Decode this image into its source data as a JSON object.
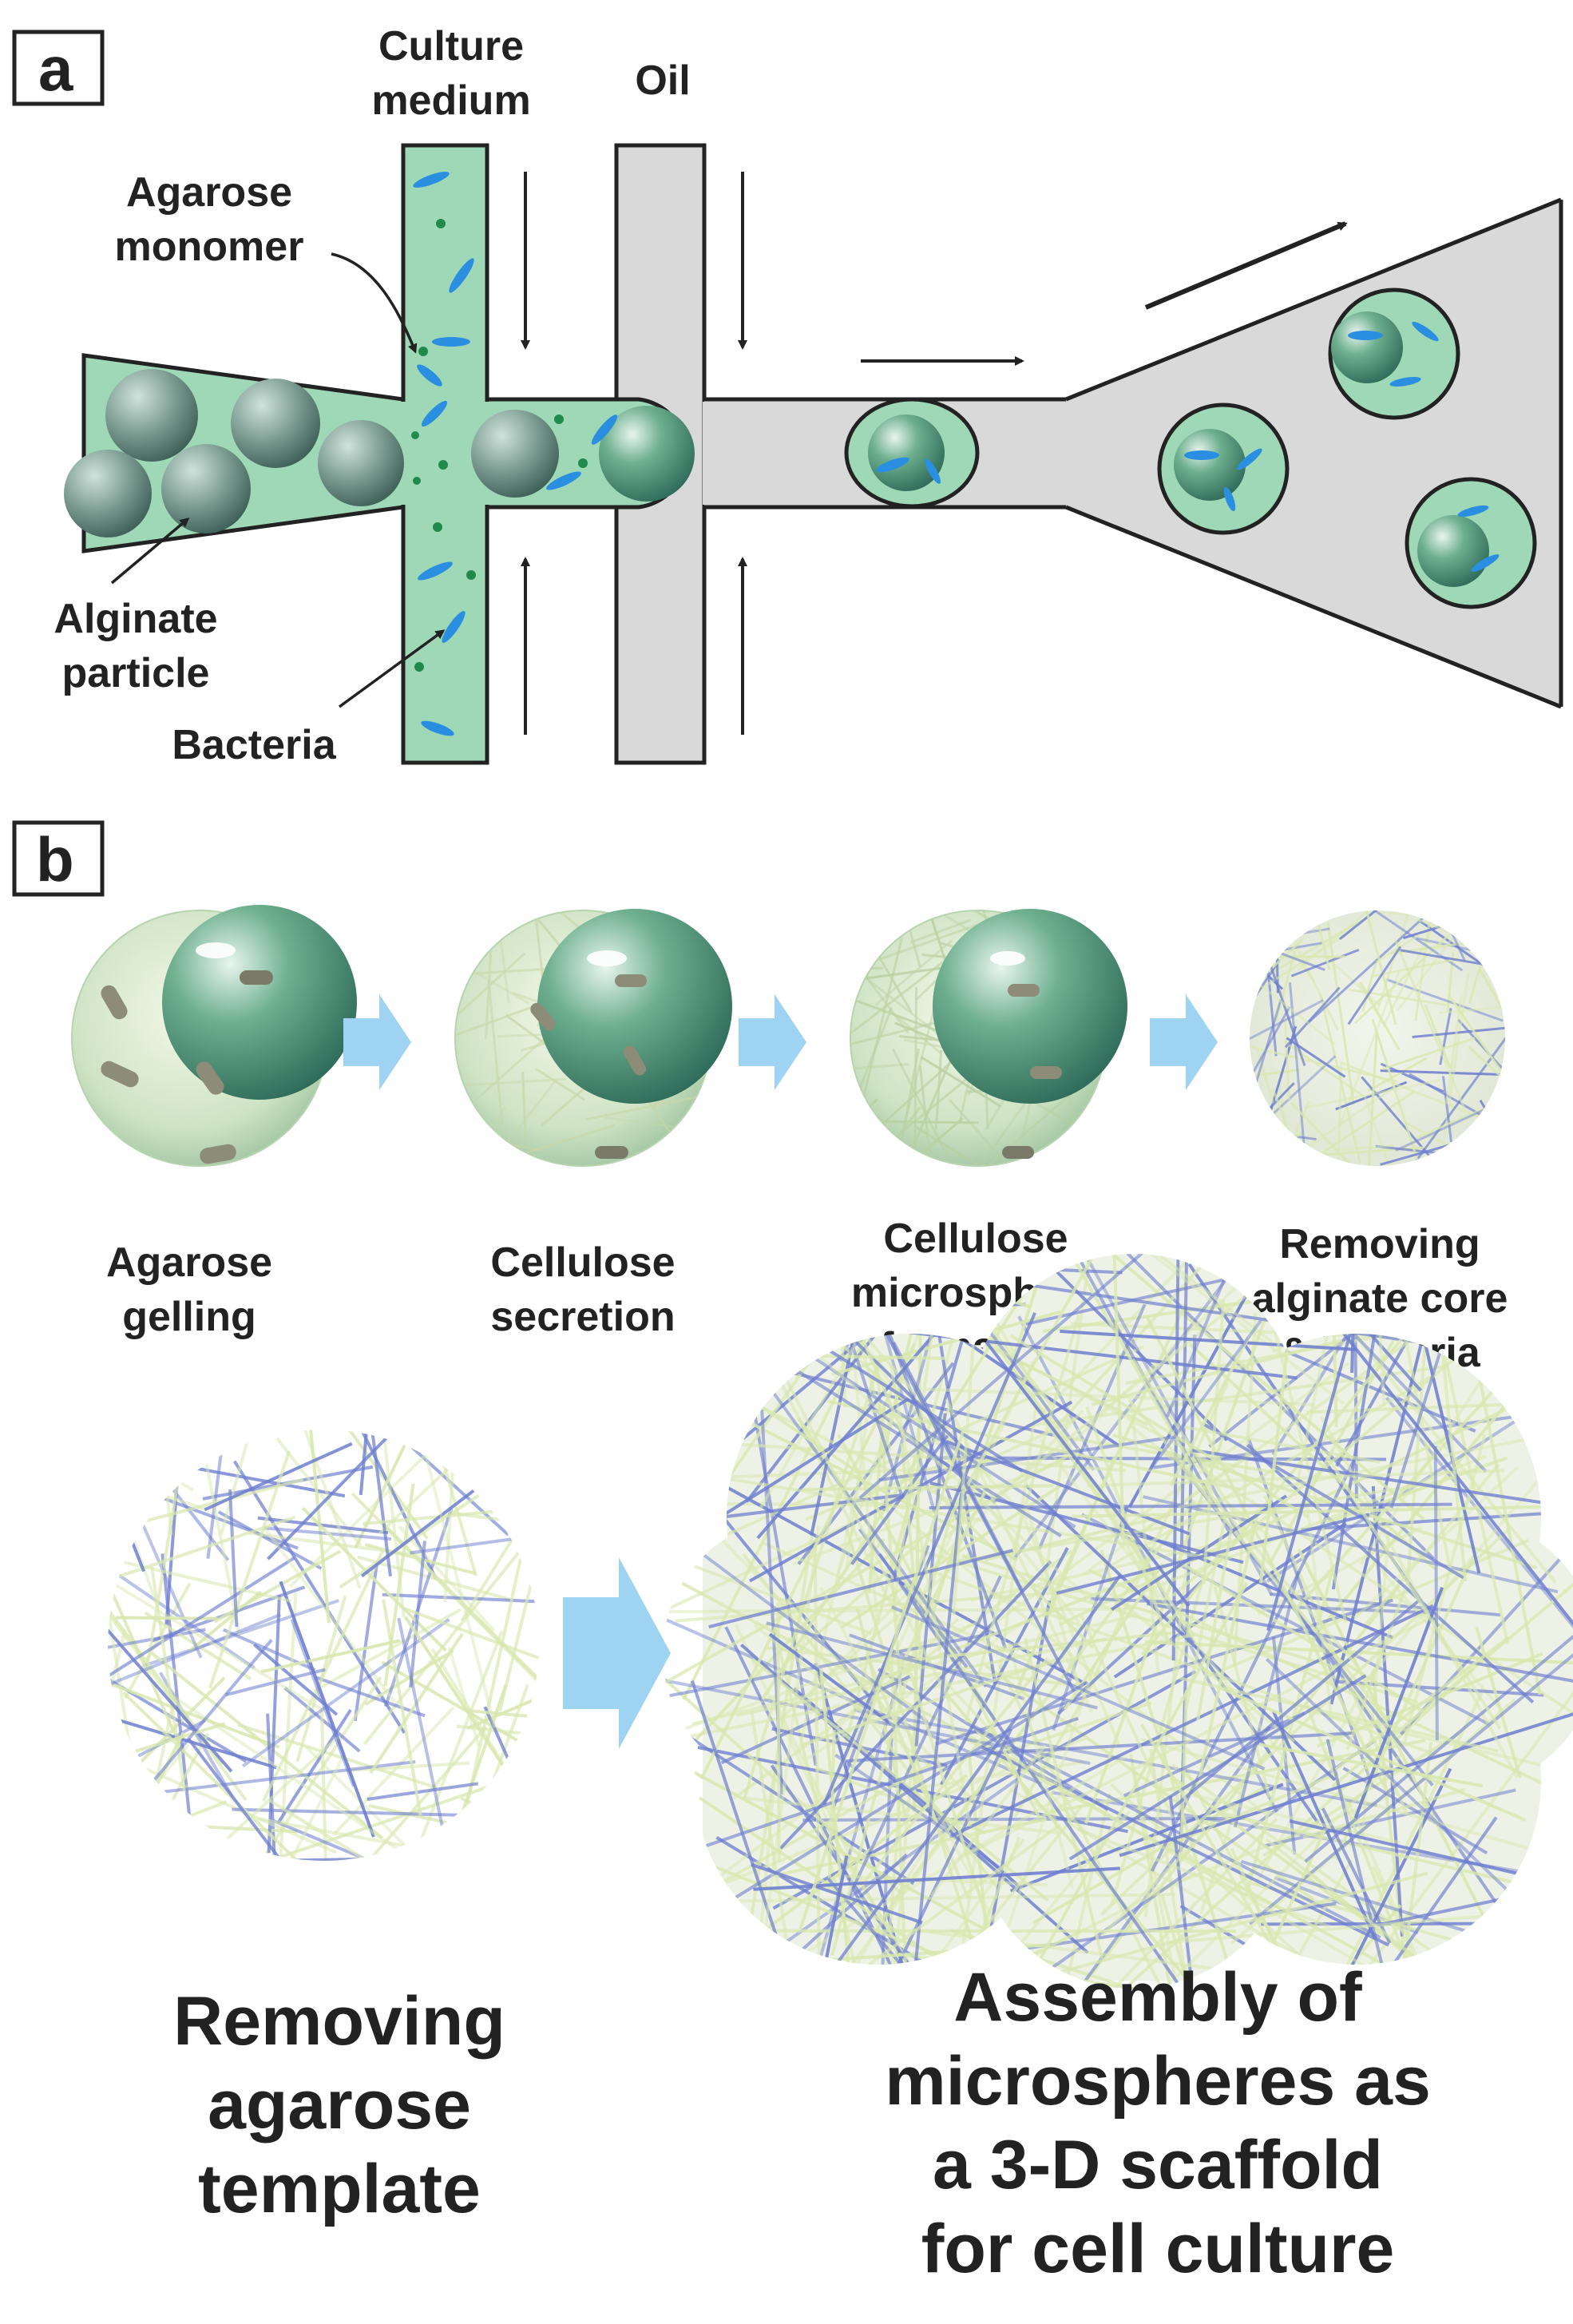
{
  "panel_a": {
    "letter": "a",
    "labels": {
      "culture_medium_1": "Culture",
      "culture_medium_2": "medium",
      "oil": "Oil",
      "agarose_monomer_1": "Agarose",
      "agarose_monomer_2": "monomer",
      "alginate_particle_1": "Alginate",
      "alginate_particle_2": "particle",
      "bacteria": "Bacteria"
    }
  },
  "panel_b": {
    "letter": "b",
    "steps": [
      {
        "lines": [
          "Agarose",
          "gelling"
        ]
      },
      {
        "lines": [
          "Cellulose",
          "secretion"
        ]
      },
      {
        "lines": [
          "Cellulose",
          "microsphere",
          "formation"
        ]
      },
      {
        "lines": [
          "Removing",
          "alginate core",
          "& bacteria"
        ]
      }
    ],
    "bottom_left": {
      "lines": [
        "Removing",
        "agarose",
        "template"
      ]
    },
    "bottom_right": {
      "lines": [
        "Assembly of",
        "microspheres as",
        "a 3-D scaffold",
        "for cell culture"
      ]
    }
  },
  "colors": {
    "culture_green": "#9fd8b6",
    "oil_gray": "#d9d9d9",
    "bacteria_blue": "#2a8fe0",
    "arrow_blue": "#9fd3f2",
    "fiber_blue": "#6f7fd0",
    "fiber_green": "#d9e8b0"
  }
}
